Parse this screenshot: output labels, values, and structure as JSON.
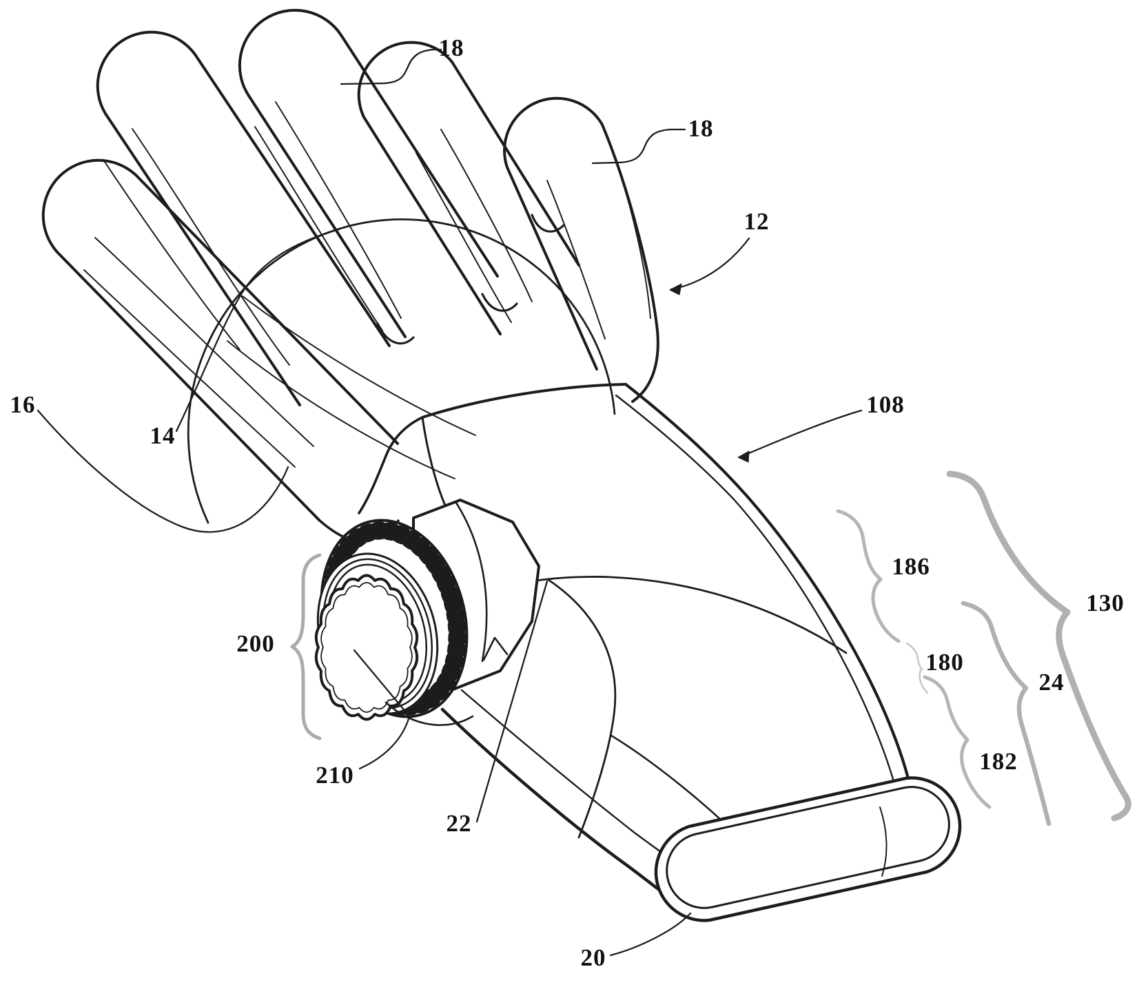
{
  "figure": {
    "type": "patent-line-drawing",
    "subject": "glove with adjustable knob on gauntlet cuff",
    "background_color": "#ffffff",
    "line_color": "#1c1c1c",
    "brace_color": "#b1b1b1",
    "labels": [
      {
        "id": "18-top",
        "text": "18"
      },
      {
        "id": "18-right",
        "text": "18"
      },
      {
        "id": "12",
        "text": "12"
      },
      {
        "id": "108",
        "text": "108"
      },
      {
        "id": "16",
        "text": "16"
      },
      {
        "id": "14",
        "text": "14"
      },
      {
        "id": "186",
        "text": "186"
      },
      {
        "id": "200",
        "text": "200"
      },
      {
        "id": "130",
        "text": "130"
      },
      {
        "id": "180",
        "text": "180"
      },
      {
        "id": "24",
        "text": "24"
      },
      {
        "id": "182",
        "text": "182"
      },
      {
        "id": "210",
        "text": "210"
      },
      {
        "id": "22",
        "text": "22"
      },
      {
        "id": "20",
        "text": "20"
      }
    ]
  }
}
